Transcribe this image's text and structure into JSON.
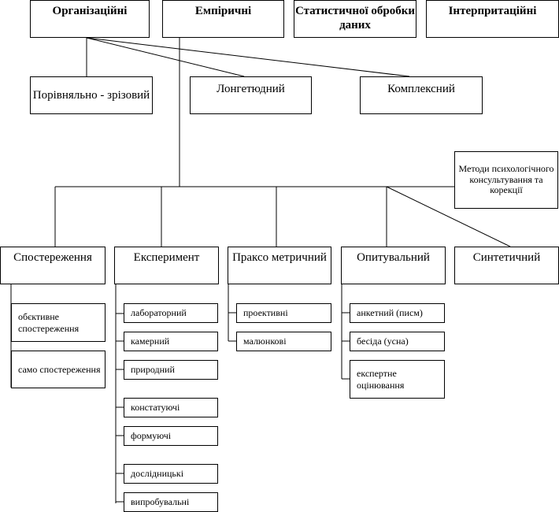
{
  "top": [
    "Організаційні",
    "Емпіричні",
    "Статистичної обробки даних",
    "Інтерпритаційні"
  ],
  "org_methods": [
    "Порівняльно - зрізовий",
    "Лонгетюдний",
    "Комплексний"
  ],
  "note": "Методи психологічного консультування та корекції",
  "empirical": [
    "Спостереження",
    "Експеримент",
    "Праксо метричний",
    "Опитувальний",
    "Синтетичний"
  ],
  "observation": [
    "обєктивне спостереження",
    "само спостереження"
  ],
  "experiment": [
    "лабораторний",
    "камерний",
    "природний",
    "констатуючі",
    "формуючі",
    "дослідницькі",
    "випробувальні"
  ],
  "praxo": [
    "проективні",
    "малюнкові"
  ],
  "survey": [
    "анкетний (писм)",
    "бесіда (усна)",
    "експертне оцінювання"
  ]
}
